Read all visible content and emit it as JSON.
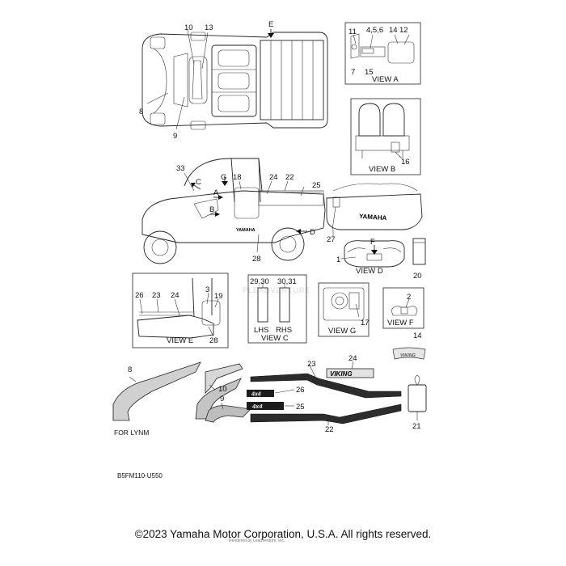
{
  "callouts": {
    "n10": "10",
    "n13": "13",
    "E": "E",
    "n8_top": "8",
    "n9_top": "9",
    "n11": "11",
    "n4_5_6": "4,5,6",
    "n14_a": "14",
    "n12": "12",
    "n7": "7",
    "n15": "15",
    "n16": "16",
    "n33": "33",
    "C": "C",
    "G": "G",
    "n18": "18",
    "n24_side": "24",
    "n22_side": "22",
    "n25_side": "25",
    "A": "A",
    "B": "B",
    "D": "D",
    "n28_side": "28",
    "n27": "27",
    "F": "F",
    "n1": "1",
    "n20": "20",
    "n26_e": "26",
    "n23_e": "23",
    "n24_e": "24",
    "n3": "3",
    "n19": "19",
    "n28_e": "28",
    "n29_30": "29,30",
    "n30_31": "30,31",
    "n17": "17",
    "n2": "2",
    "n14_b": "14",
    "n8_bot": "8",
    "n10_bot": "10",
    "n9_bot": "9",
    "n23_bot": "23",
    "n24_bot": "24",
    "n26_bot": "26",
    "n25_bot": "25",
    "n22_bot": "22",
    "n21": "21"
  },
  "views": {
    "a": "VIEW A",
    "b": "VIEW B",
    "c": "VIEW C",
    "d": "VIEW D",
    "e": "VIEW E",
    "f": "VIEW F",
    "g": "VIEW G"
  },
  "lhs": "LHS",
  "rhs": "RHS",
  "decal_text": {
    "yamaha": "YAMAHA",
    "viking": "VIKING",
    "4x4": "4x4"
  },
  "watermark": "PLEADVENTURE",
  "for_model": "FOR LYNM",
  "part_code": "B5FM110-U550",
  "rendered_by": "Rendered by LeadVenture, Inc.",
  "copyright": "©2023 Yamaha Motor Corporation, U.S.A. All rights reserved."
}
